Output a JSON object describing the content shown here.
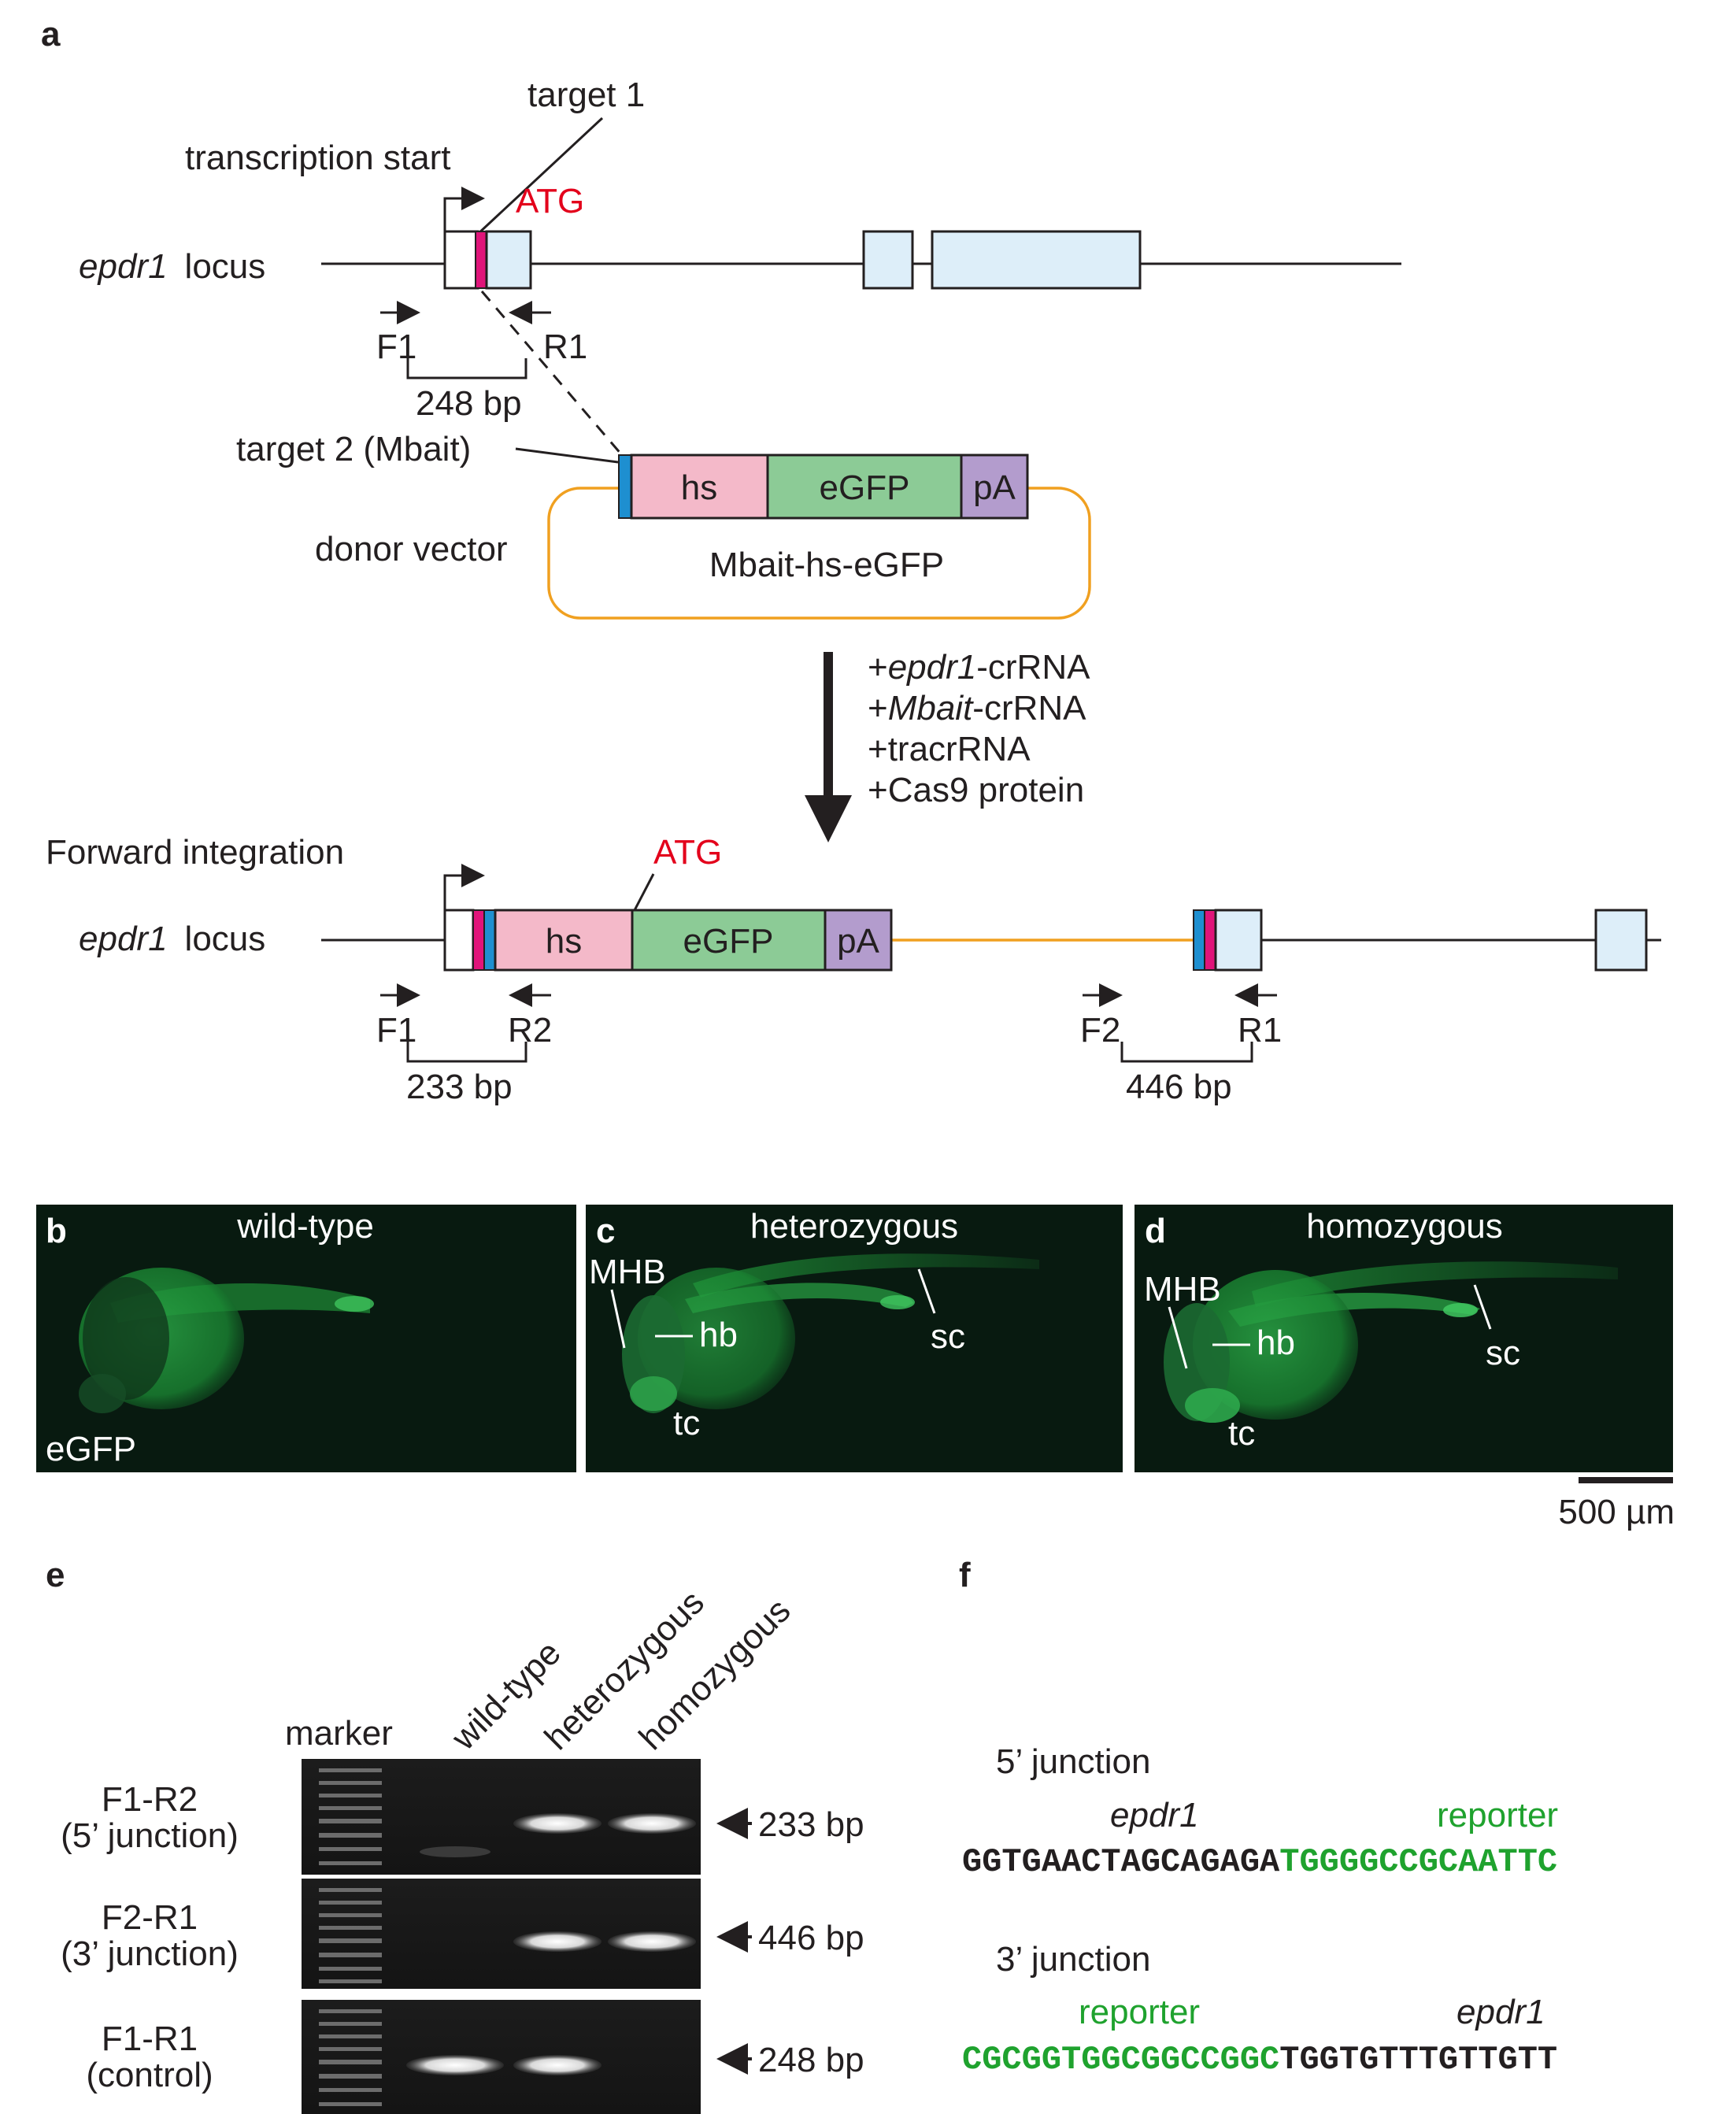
{
  "panels": {
    "a": "a",
    "b": "b",
    "c": "c",
    "d": "d",
    "e": "e",
    "f": "f"
  },
  "panel_a": {
    "target1": "target 1",
    "transcription_start": "transcription start",
    "atg": "ATG",
    "locus_gene": "epdr1",
    "locus_word": "locus",
    "primers": {
      "f1": "F1",
      "r1": "R1",
      "f2": "F2",
      "r2": "R2"
    },
    "size_248": "248 bp",
    "target2": "target 2 (Mbait)",
    "donor_vector": "donor vector",
    "hs": "hs",
    "egfp": "eGFP",
    "pa": "pA",
    "plasmid_name": "Mbait-hs-eGFP",
    "reagents": [
      {
        "italic": "epdr1",
        "suffix": "-crRNA"
      },
      {
        "italic": "Mbait",
        "suffix": "-crRNA"
      },
      {
        "italic": "",
        "suffix": "tracrRNA"
      },
      {
        "italic": "",
        "suffix": "Cas9 protein"
      }
    ],
    "plus": "+",
    "forward_integration": "Forward integration",
    "size_233": "233 bp",
    "size_446": "446 bp"
  },
  "panels_bcd": {
    "titles": [
      "wild-type",
      "heterozygous",
      "homozygous"
    ],
    "channel": "eGFP",
    "labels": {
      "mhb": "MHB",
      "hb": "hb",
      "sc": "sc",
      "tc": "tc"
    },
    "scale_bar": "500 µm"
  },
  "panel_e": {
    "lane_labels": [
      "marker",
      "wild-type",
      "heterozygous",
      "homozygous"
    ],
    "rows": [
      {
        "primer": "F1-R2",
        "desc": "(5’ junction)",
        "size": "233 bp"
      },
      {
        "primer": "F2-R1",
        "desc": "(3’ junction)",
        "size": "446 bp"
      },
      {
        "primer": "F1-R1",
        "desc": "(control)",
        "size": "248 bp"
      }
    ]
  },
  "panel_f": {
    "five_title": "5’  junction",
    "five_left_label": "epdr1",
    "five_right_label": "reporter",
    "five_seq_epdr1": "GGTGAACTAGCAGAGA",
    "five_seq_reporter": "TGGGGCCGCAATTC",
    "three_title": "3’  junction",
    "three_left_label": "reporter",
    "three_right_label": "epdr1",
    "three_seq_reporter": "CGCGGTGGCGGCCGGC",
    "three_seq_epdr1": "TGGTGTTTGTTGTT"
  },
  "colors": {
    "exon": "#ddeef9",
    "target": "#e0147a",
    "mbait": "#1e8fd0",
    "hs": "#f4b9c9",
    "egfp": "#8ccb96",
    "pa": "#b39ccd",
    "vector": "#f0a020",
    "reporter_text": "#1fa22e",
    "atg_text": "#e3001b",
    "micro_bg": "#081a10",
    "fluor": "#1aa83a"
  }
}
